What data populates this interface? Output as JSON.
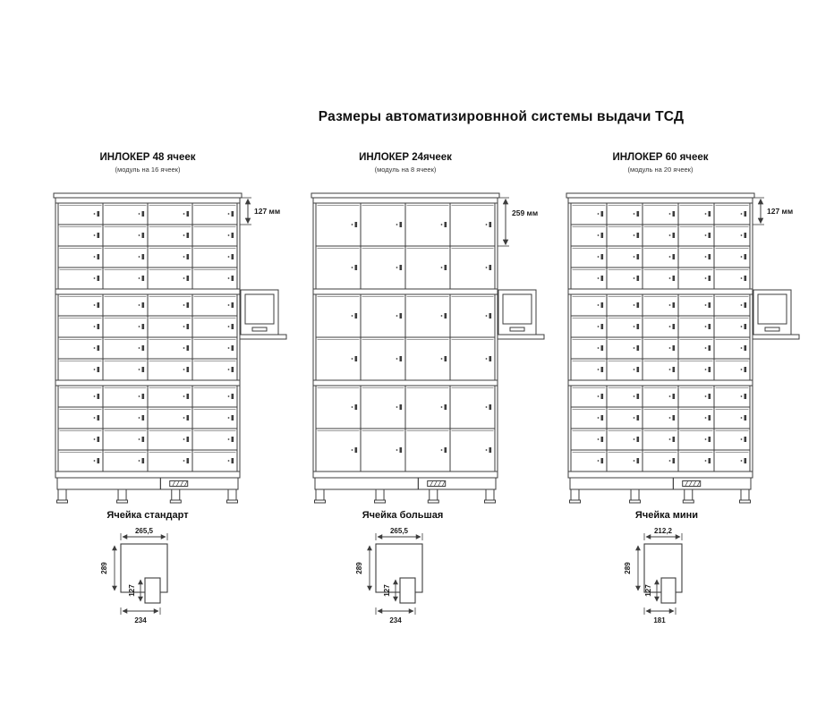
{
  "page_title": "Размеры автоматизировнной системы выдачи ТСД",
  "colors": {
    "line": "#3d3d3d",
    "text": "#1a1a1a"
  },
  "lockers": [
    {
      "title": "ИНЛОКЕР 48 ячеек",
      "subtitle": "(модуль на 16 ячеек)",
      "dim_label": "127 мм",
      "grid": {
        "columns": 4,
        "rows_per_module": 4,
        "modules": 3,
        "cells_total": 48
      }
    },
    {
      "title": "ИНЛОКЕР 24ячеек",
      "subtitle": "(модуль на 8 ячеек)",
      "dim_label": "259 мм",
      "grid": {
        "columns": 4,
        "rows_per_module": 2,
        "modules": 3,
        "cells_total": 24
      }
    },
    {
      "title": "ИНЛОКЕР 60 ячеек",
      "subtitle": "(модуль на 20 ячеек)",
      "dim_label": "127 мм",
      "grid": {
        "columns": 5,
        "rows_per_module": 4,
        "modules": 3,
        "cells_total": 60
      }
    }
  ],
  "cells": [
    {
      "title": "Ячейка стандарт",
      "width": "265,5",
      "height": "289",
      "inner_height": "127",
      "bottom_width": "234"
    },
    {
      "title": "Ячейка большая",
      "width": "265,5",
      "height": "289",
      "inner_height": "127",
      "bottom_width": "234"
    },
    {
      "title": "Ячейка мини",
      "width": "212,2",
      "height": "289",
      "inner_height": "127",
      "bottom_width": "181"
    }
  ]
}
